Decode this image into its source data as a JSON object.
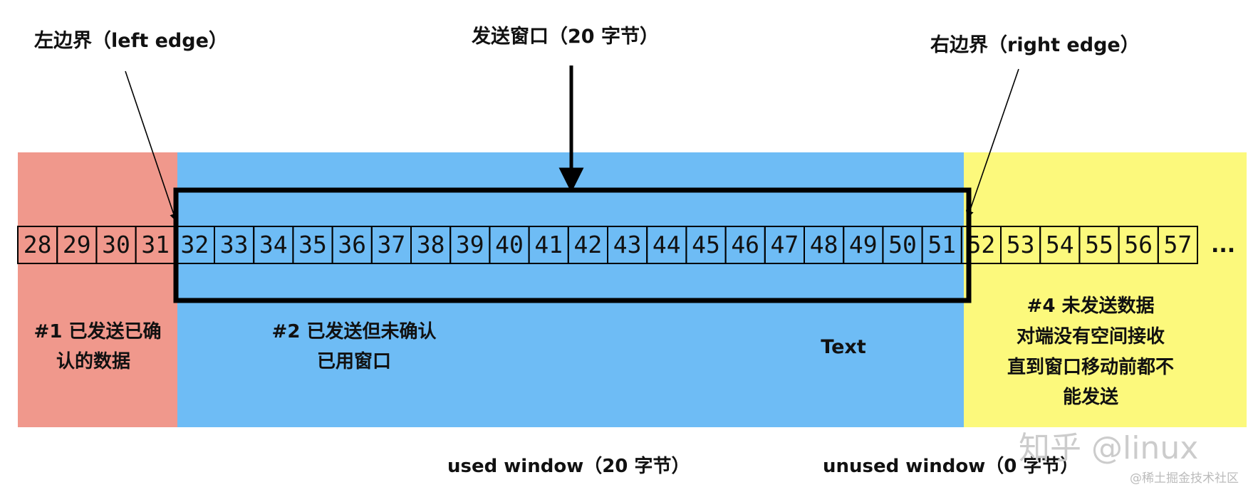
{
  "labels": {
    "left_edge": "左边界（left edge）",
    "send_window": "发送窗口（20 字节）",
    "right_edge": "右边界（right edge）",
    "zone1_line1": "#1 已发送已确",
    "zone1_line2": "认的数据",
    "zone2_line1": "#2 已发送但未确认",
    "zone2_line2": "已用窗口",
    "text_label": "Text",
    "zone4_line1": "#4 未发送数据",
    "zone4_line2": "对端没有空间接收",
    "zone4_line3": "直到窗口移动前都不",
    "zone4_line4": "能发送",
    "used_window": "used window（20 字节）",
    "unused_window": "unused window（0 字节）",
    "ellipsis": "...",
    "watermark_main": "知乎 @linux",
    "watermark_sub": "@稀土掘金技术社区"
  },
  "bytes": {
    "zone1": [
      "28",
      "29",
      "30",
      "31"
    ],
    "zone2": [
      "32",
      "33",
      "34",
      "35",
      "36",
      "37",
      "38",
      "39",
      "40",
      "41",
      "42",
      "43",
      "44",
      "45",
      "46",
      "47",
      "48",
      "49",
      "50",
      "51"
    ],
    "zone4": [
      "52",
      "53",
      "54",
      "55",
      "56",
      "57"
    ]
  },
  "colors": {
    "zone1": "#f0988c",
    "zone2": "#6ebcf5",
    "zone4": "#fcf97c",
    "stroke": "#000000",
    "watermark": "#c8c8c8"
  }
}
